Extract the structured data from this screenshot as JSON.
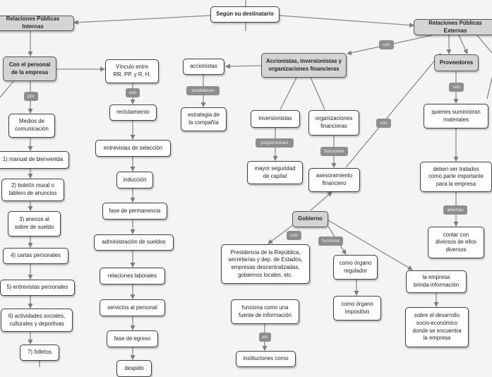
{
  "diagram": {
    "nodes": {
      "root": "Según su destinatario",
      "rp_internas": "Relaciones Públicas Internas",
      "rp_externas": "Relaciones Públicas Externas",
      "personal": "Con el personal\nde la empresa",
      "vinculo": "Vínculo entre\nRR. PP. y R. H.",
      "medios": "Medios de\ncomunicación",
      "m1": "1) manual de bienvenida",
      "m2": "2) boletín mural o\ntablero de anuncios",
      "m3": "3) anexos al\nsobre de sueldo",
      "m4": "4) cartas personales",
      "m5": "5) entrevistas personales",
      "m6": "6) actividades sociales,\nculturales y deportivas",
      "m7": "7) folletos",
      "reclutamiento": "reclutamiento",
      "entrevistas_sel": "entrevistas de selección",
      "induccion": "inducción",
      "permanencia": "fase de permanencia",
      "admin_sueldos": "administración de sueldos",
      "rel_laborales": "relaciones laborales",
      "servicios": "servicios al personal",
      "egreso": "fase de egreso",
      "despido": "despido",
      "accionistas": "accionistas",
      "accionistas_inv": "Accionistas, inversionistas y\norganizaciones financieras",
      "estrategia": "estrategia de\nla compañía",
      "inversionistas": "inversionistas",
      "org_fin": "organizaciones\nfinancieras",
      "mayor_seg": "mayor seguridad\nde capital",
      "asesoramiento": "asesoramiento\nfinanciero",
      "proveedores": "Proveedores",
      "suministran": "quienes suministran\nmateriales",
      "tratados": "deben ser tratados\ncomo parte importante\npara la empresa",
      "contar": "contar con\ndiversos de ellos\ndiversos",
      "gobierno": "Gobierno",
      "presidencia": "Presidencia de la República,\nsecretarías y dep. de Estados,\nempresas descentralizadas,\ngobiernos locales, etc.",
      "fuente": "funciona como una\nfuente de información",
      "instituciones": "instituciones como",
      "regulador": "como órgano\nregulador",
      "impositivo": "como órgano\nimpositivo",
      "brinda": "la empresa\nbrinda información",
      "sobre": "sobre el desarrollo\nsocio-económico\ndonde se encuentra\nla empresa"
    },
    "labels": {
      "por": "por",
      "son1": "son",
      "establecen": "establecen",
      "proporcionan": "proporcionan",
      "funcionan": "funcionan",
      "con_acc": "con",
      "con_ext": "con",
      "son2": "son",
      "ademas": "ademas",
      "con_gob": "con",
      "funciona": "funciona",
      "en": "en"
    }
  }
}
